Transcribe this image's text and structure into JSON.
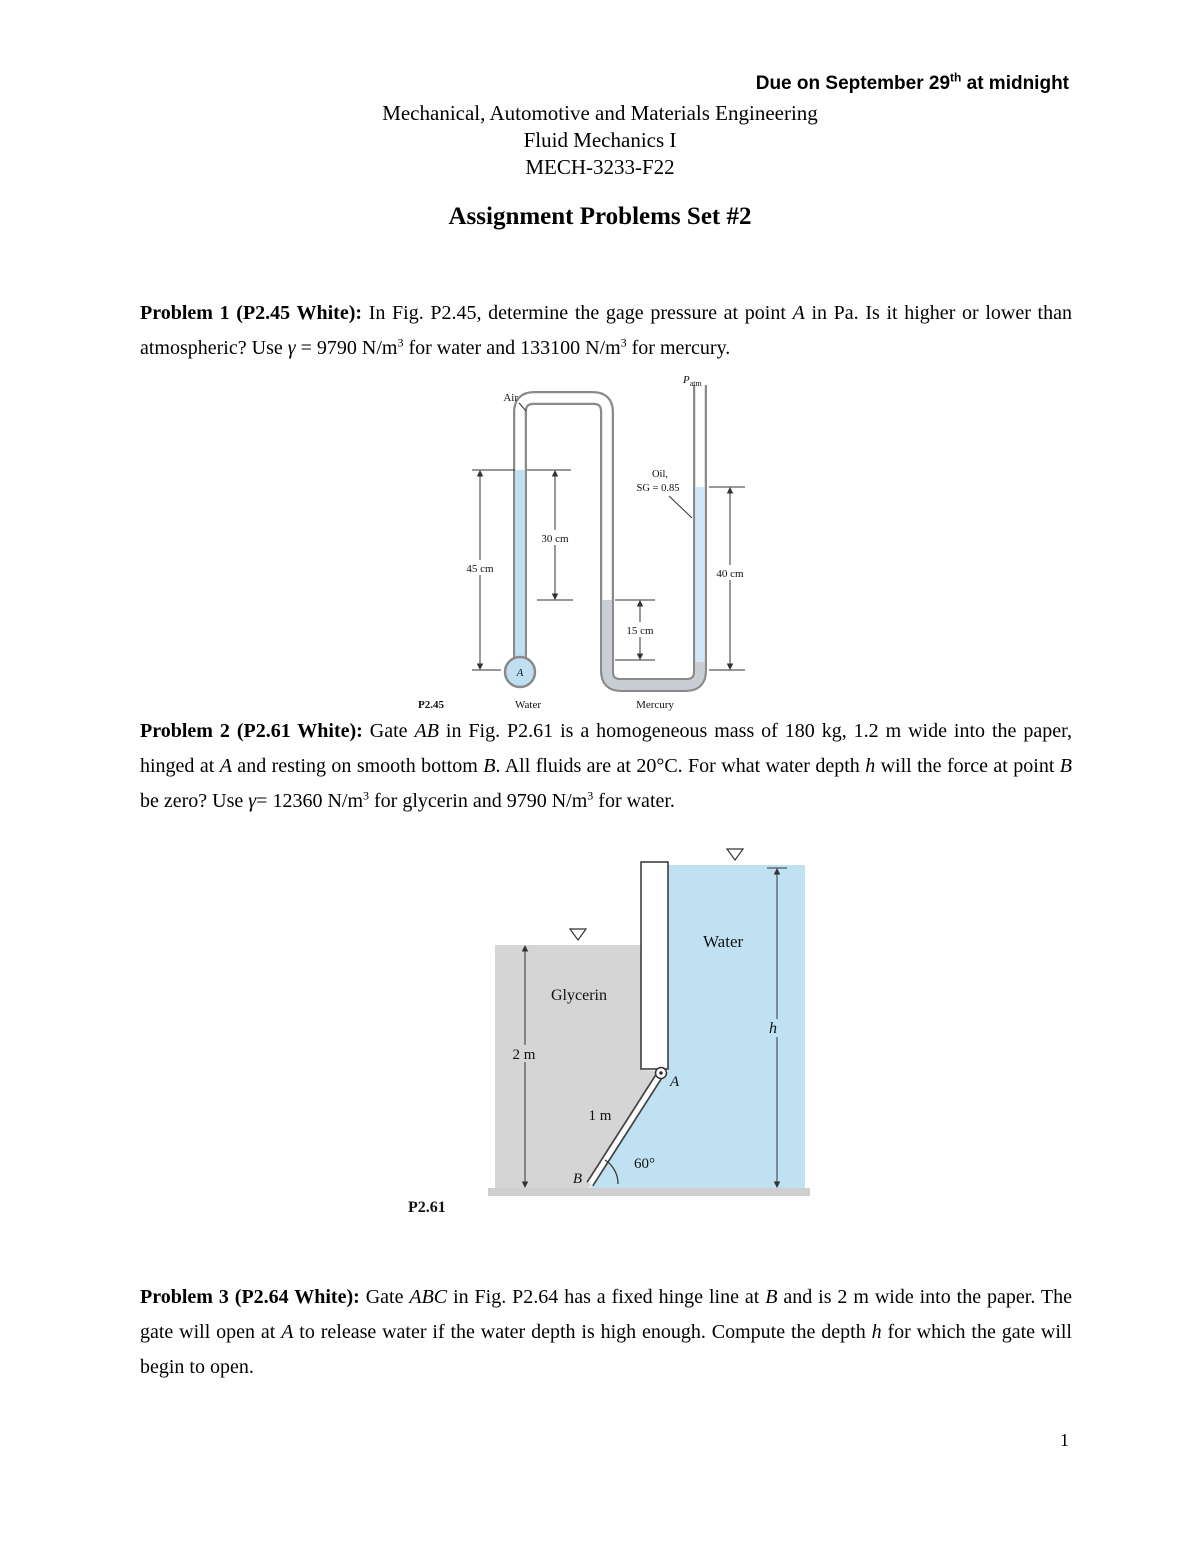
{
  "page": {
    "number": "1"
  },
  "header": {
    "due": [
      {
        "t": "Due on September 29"
      },
      {
        "s": "sup",
        "t": "th"
      },
      {
        "t": " at midnight"
      }
    ],
    "department": "Mechanical, Automotive and Materials Engineering",
    "course": "Fluid Mechanics I",
    "code": "MECH-3233-F22",
    "title": "Assignment Problems Set #2"
  },
  "problems": {
    "p1": [
      {
        "s": "b",
        "t": "Problem 1 (P2.45 White): "
      },
      {
        "t": "In Fig. P2.45, determine the gage pressure at point "
      },
      {
        "s": "i",
        "t": "A"
      },
      {
        "t": " in Pa. Is it higher or lower than atmospheric? Use "
      },
      {
        "s": "i",
        "t": "γ"
      },
      {
        "t": " = 9790 N/m"
      },
      {
        "s": "sup",
        "t": "3"
      },
      {
        "t": " for water and 133100 N/m"
      },
      {
        "s": "sup",
        "t": "3"
      },
      {
        "t": " for mercury."
      }
    ],
    "p2": [
      {
        "s": "b",
        "t": "Problem 2 (P2.61 White): "
      },
      {
        "t": "Gate "
      },
      {
        "s": "i",
        "t": "AB"
      },
      {
        "t": " in Fig. P2.61 is a homogeneous mass of 180 kg, 1.2 m wide into the paper, hinged at "
      },
      {
        "s": "i",
        "t": "A"
      },
      {
        "t": " and resting on smooth bottom "
      },
      {
        "s": "i",
        "t": "B"
      },
      {
        "t": ". All fluids are at 20°C. For what water depth "
      },
      {
        "s": "i",
        "t": "h"
      },
      {
        "t": " will the force at point "
      },
      {
        "s": "i",
        "t": "B"
      },
      {
        "t": " be zero? Use "
      },
      {
        "s": "i",
        "t": "γ"
      },
      {
        "t": "= 12360 N/m"
      },
      {
        "s": "sup",
        "t": "3"
      },
      {
        "t": " for glycerin and 9790 N/m"
      },
      {
        "s": "sup",
        "t": "3"
      },
      {
        "t": " for water."
      }
    ],
    "p3": [
      {
        "s": "b",
        "t": "Problem 3 (P2.64 White): "
      },
      {
        "t": "Gate "
      },
      {
        "s": "i",
        "t": "ABC"
      },
      {
        "t": " in Fig. P2.64 has a fixed hinge line at "
      },
      {
        "s": "i",
        "t": "B"
      },
      {
        "t": " and is 2 m wide into the paper. The gate will open at "
      },
      {
        "s": "i",
        "t": "A"
      },
      {
        "t": " to release water if the water depth is high enough. Compute the depth "
      },
      {
        "s": "i",
        "t": "h"
      },
      {
        "t": " for which the gate will begin to open."
      }
    ]
  },
  "fig1": {
    "caption": "P2.45",
    "air": "Air",
    "patm_p": "P",
    "patm_sub": "atm",
    "oil_line1": "Oil,",
    "oil_line2": "SG = 0.85",
    "dim_45": "45 cm",
    "dim_30": "30 cm",
    "dim_15": "15 cm",
    "dim_40": "40 cm",
    "point_a": "A",
    "water": "Water",
    "mercury": "Mercury",
    "colors": {
      "water": "#bfe0f2",
      "oil": "#cfe6f5",
      "mercury": "#c9ced4",
      "tube_wall": "#8a8a8a"
    }
  },
  "fig2": {
    "caption": "P2.61",
    "water": "Water",
    "glycerin": "Glycerin",
    "dim_2m": "2 m",
    "dim_1m": "1 m",
    "h": "h",
    "angle": "60°",
    "point_a": "A",
    "point_b": "B",
    "colors": {
      "water": "#bfe1f2",
      "glycerin": "#d5d5d5",
      "ground": "#cfcfcf"
    }
  }
}
